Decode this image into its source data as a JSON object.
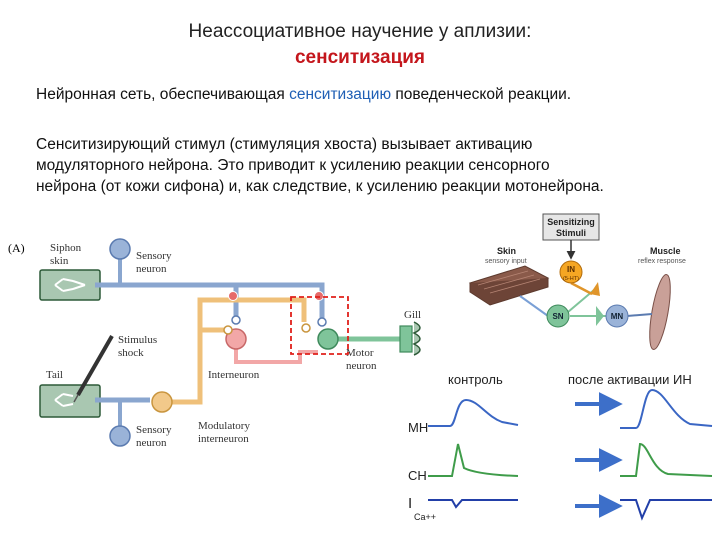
{
  "title": {
    "line1": "Неассоциативное научение у аплизии:",
    "line2": "сенситизация"
  },
  "paragraph1": {
    "before": "Нейронная сеть, обеспечивающая ",
    "highlight": "сенситизацию",
    "after": " поведенческой реакции."
  },
  "paragraph2": {
    "line1": "Сенситизирующий стимул (стимуляция хвоста) вызывает активацию",
    "line2": "модуляторного нейрона. Это приводит к усилению реакции сенсорного",
    "line3": "нейрона (от кожи сифона) и, как следствие, к усилению реакции мотонейрона."
  },
  "diagram_left": {
    "panel_label": "(A)",
    "siphon_skin_1": "Siphon",
    "siphon_skin_2": "skin",
    "sensory_top_1": "Sensory",
    "sensory_top_2": "neuron",
    "stimulus_1": "Stimulus",
    "stimulus_2": "shock",
    "tail": "Tail",
    "interneuron": "Interneuron",
    "motor_1": "Motor",
    "motor_2": "neuron",
    "gill": "Gill",
    "sensory_bottom_1": "Sensory",
    "sensory_bottom_2": "neuron",
    "modulatory_1": "Modulatory",
    "modulatory_2": "interneuron",
    "colors": {
      "sensory": "#9ab3d8",
      "inter": "#f2a7a7",
      "modulatory": "#f2c98a",
      "motor": "#7fc49a",
      "highlight": "#e0201b"
    }
  },
  "diagram_right": {
    "sensitizing_1": "Sensitizing",
    "sensitizing_2": "Stimuli",
    "skin_title": "Skin",
    "skin_sub": "sensory input",
    "muscle_title": "Muscle",
    "muscle_sub": "reflex response",
    "in_label": "IN",
    "in_sub": "(5-HT)",
    "sn_label": "SN",
    "mn_label": "MN"
  },
  "traces": {
    "control_label": "контроль",
    "after_label": "после активации ИН",
    "mn_label": "МН",
    "sn_label": "СН",
    "i_label": "I",
    "i_sub": "Ca++",
    "colors": {
      "mn": "#3a66c4",
      "sn": "#3f9c4a",
      "ica": "#223fa8",
      "arrow": "#3d6fc9"
    }
  }
}
